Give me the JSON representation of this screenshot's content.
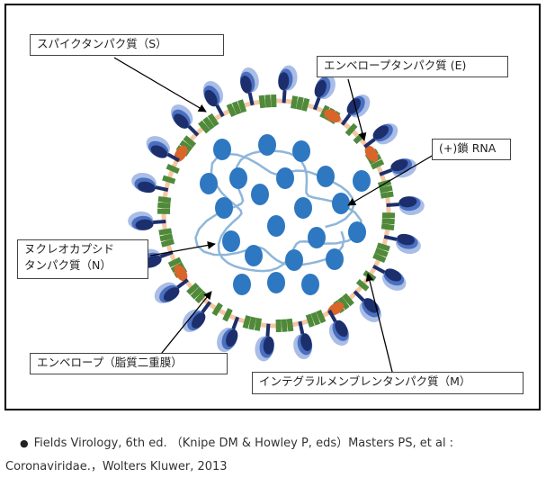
{
  "labels": {
    "spike": "スパイクタンパク質（S）",
    "envelope_protein": "エンベロープタンパク質 (E)",
    "rna": "(+)鎖 RNA",
    "nucleocapsid_line1": "ヌクレオカプシド",
    "nucleocapsid_line2": "タンパク質（N）",
    "envelope": "エンベロープ（脂質二重膜）",
    "membrane": "インテグラルメンブレンタンパク質（M）"
  },
  "citation": {
    "bullet": "●",
    "line1": "Fields Virology, 6th ed. （Knipe DM & Howley P, eds）Masters PS, et al :",
    "line2": "Coronaviridae.，Wolters Kluwer, 2013"
  },
  "colors": {
    "spike_light": "#a9bde6",
    "spike_mid": "#4a6fc0",
    "spike_dark": "#1c2f6c",
    "envelope_line": "#f4c7a5",
    "membrane_green": "#4e8a3a",
    "e_protein_orange": "#d9652b",
    "nucleocapsid_blue": "#2e78c2",
    "rna_line": "#8fb6d8"
  }
}
